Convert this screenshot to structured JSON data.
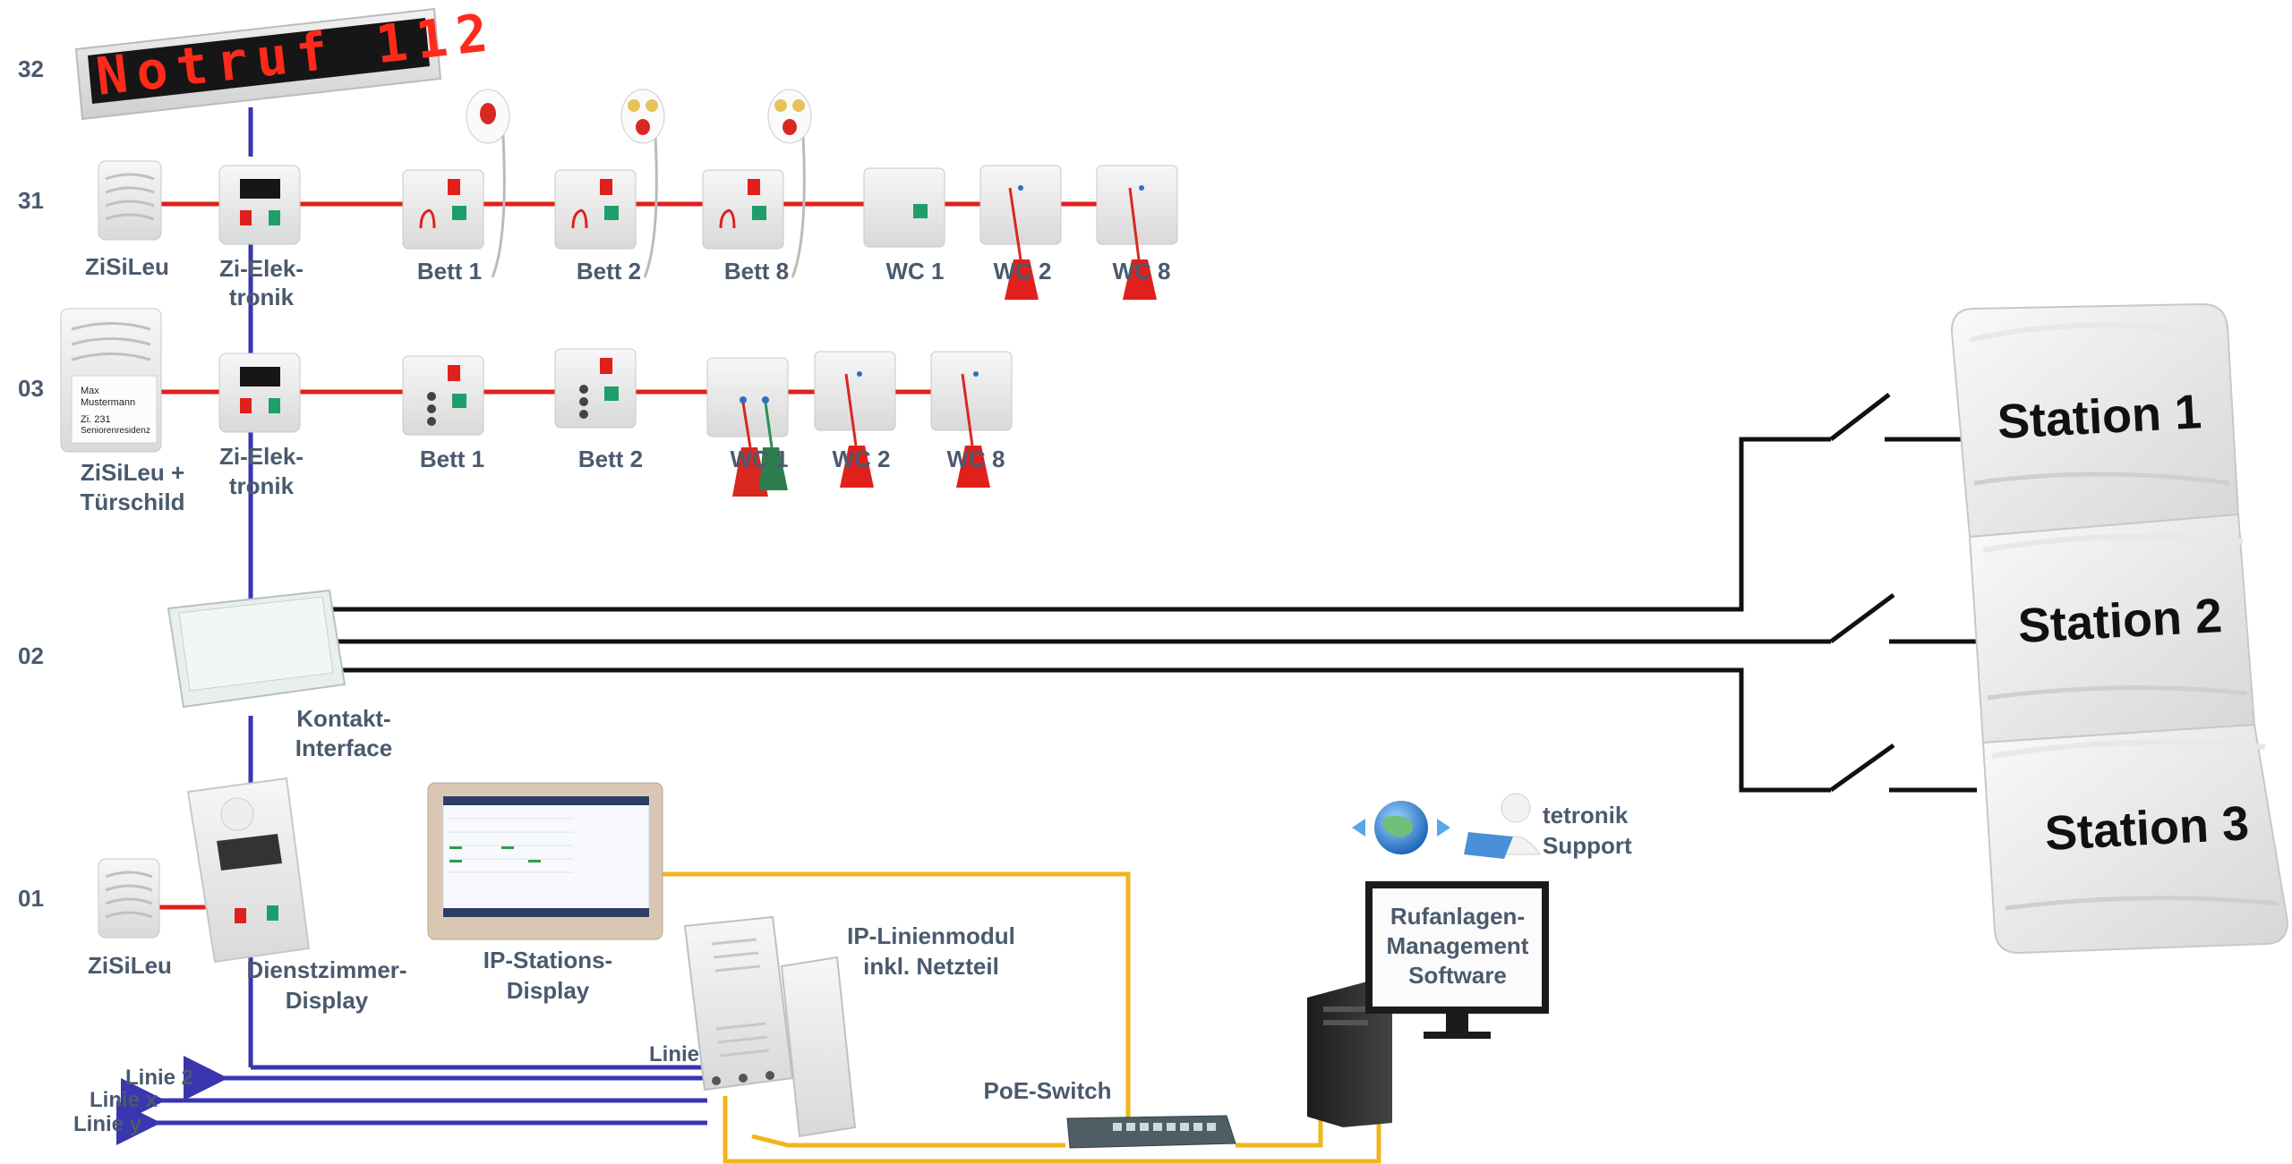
{
  "rows": {
    "r32": "32",
    "r31": "31",
    "r03": "03",
    "r02": "02",
    "r01": "01"
  },
  "led_display": {
    "text": "Notruf 112"
  },
  "row31": {
    "zisileu": "ZiSiLeu",
    "zi_elektronik_1": "Zi-Elek-",
    "zi_elektronik_2": "tronik",
    "bett1": "Bett 1",
    "bett2": "Bett 2",
    "bett8": "Bett 8",
    "wc1": "WC 1",
    "wc2": "WC 2",
    "wc8": "WC 8"
  },
  "row03": {
    "zisileu_1": "ZiSiLeu +",
    "zisileu_2": "Türschild",
    "doorsign_name_1": "Max",
    "doorsign_name_2": "Mustermann",
    "doorsign_room": "Zi. 231",
    "doorsign_place": "Seniorenresidenz",
    "zi_elektronik_1": "Zi-Elek-",
    "zi_elektronik_2": "tronik",
    "bett1": "Bett 1",
    "bett2": "Bett 2",
    "wc1": "WC 1",
    "wc2": "WC 2",
    "wc8": "WC 8"
  },
  "row02": {
    "kontakt_1": "Kontakt-",
    "kontakt_2": "Interface"
  },
  "stations": {
    "s1": "Station 1",
    "s2": "Station 2",
    "s3": "Station 3"
  },
  "row01": {
    "zisileu": "ZiSiLeu",
    "dienstzimmer_1": "Dienstzimmer-",
    "dienstzimmer_2": "Display",
    "ip_stations_1": "IP-Stations-",
    "ip_stations_2": "Display",
    "ip_linien_1": "IP-Linienmodul",
    "ip_linien_2": "inkl. Netzteil",
    "poe_switch": "PoE-Switch",
    "linie": "Linie",
    "linie2": "Linie 2",
    "liniex": "Linie x",
    "liniey": "Linie y"
  },
  "support": {
    "line1": "tetronik",
    "line2": "Support"
  },
  "monitor": {
    "line1": "Rufanlagen-",
    "line2": "Management",
    "line3": "Software"
  },
  "colors": {
    "red_line": "#e0201c",
    "blue_line": "#3a35b0",
    "yellow_line": "#f2b51c",
    "label": "#4a5a6e"
  }
}
